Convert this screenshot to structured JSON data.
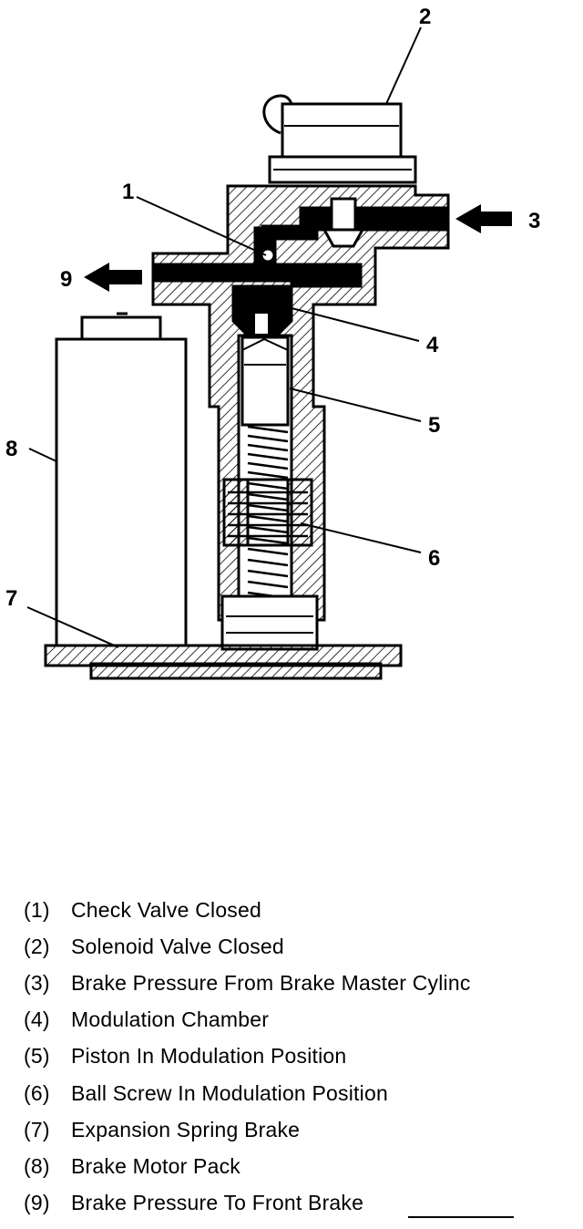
{
  "diagram": {
    "callouts": [
      "1",
      "2",
      "3",
      "4",
      "5",
      "6",
      "7",
      "8",
      "9"
    ]
  },
  "legend": [
    {
      "num": "(1)",
      "text": "Check Valve Closed"
    },
    {
      "num": "(2)",
      "text": "Solenoid Valve Closed"
    },
    {
      "num": "(3)",
      "text": "Brake Pressure From Brake Master Cylinc"
    },
    {
      "num": "(4)",
      "text": "Modulation Chamber"
    },
    {
      "num": "(5)",
      "text": "Piston In Modulation Position"
    },
    {
      "num": "(6)",
      "text": "Ball Screw In Modulation Position"
    },
    {
      "num": "(7)",
      "text": "Expansion Spring Brake"
    },
    {
      "num": "(8)",
      "text": "Brake Motor Pack"
    },
    {
      "num": "(9)",
      "text": "Brake Pressure To Front Brake"
    }
  ]
}
